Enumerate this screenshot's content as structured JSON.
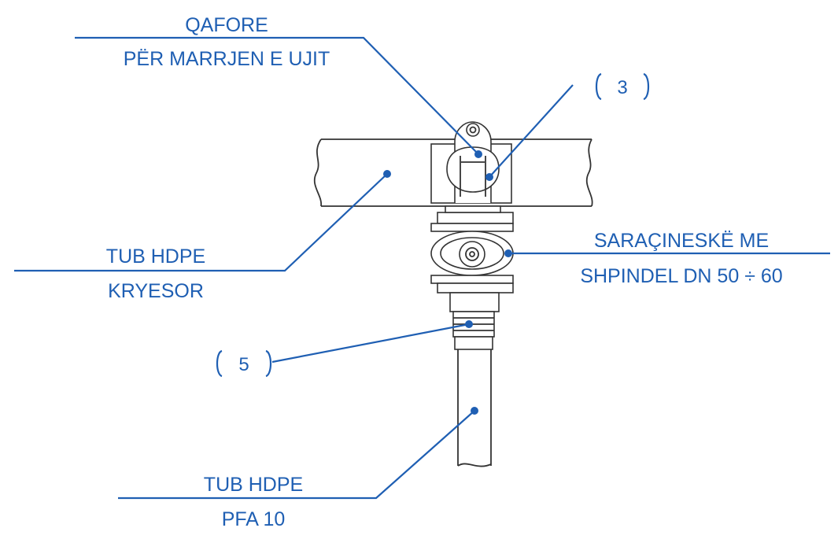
{
  "labels": {
    "qafore_line1": "QAFORE",
    "qafore_line2": "PËR MARRJEN E UJIT",
    "main_pipe_line1": "TUB HDPE",
    "main_pipe_line2": "KRYESOR",
    "valve_line1": "SARAÇINESKË ME",
    "valve_line2": "SHPINDEL DN 50 ÷ 60",
    "branch_pipe_line1": "TUB HDPE",
    "branch_pipe_line2": "PFA 10"
  },
  "markers": {
    "callout_3": "3",
    "callout_5": "5"
  },
  "colors": {
    "annotation": "#1f5fb3",
    "drawing": "#333333"
  }
}
